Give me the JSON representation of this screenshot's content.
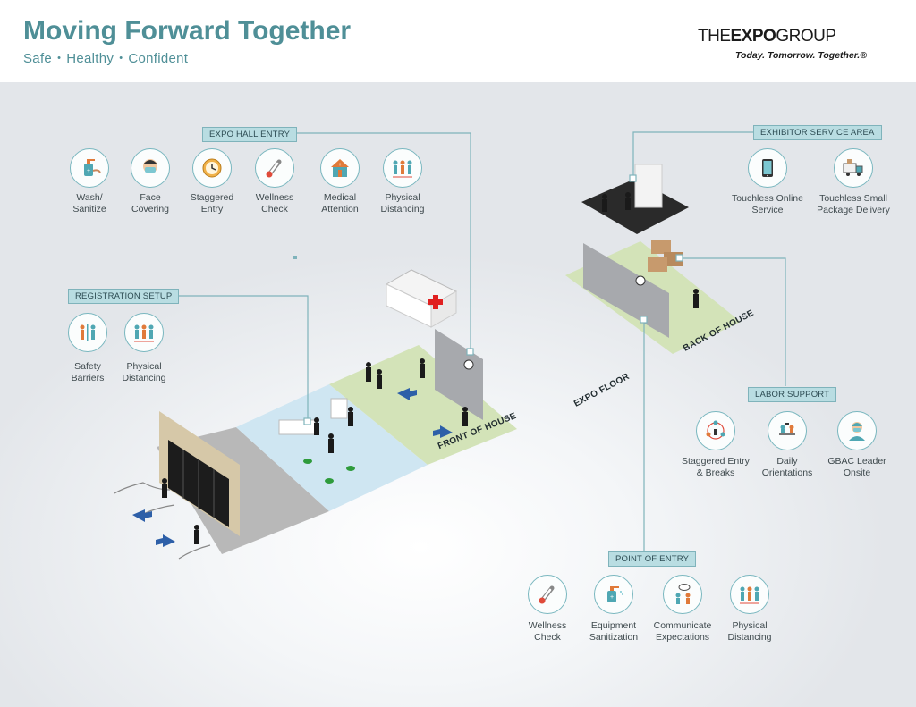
{
  "header": {
    "title": "Moving Forward Together",
    "tagline": [
      "Safe",
      "Healthy",
      "Confident"
    ],
    "logo_prefix": "THE",
    "logo_bold": "EXPO",
    "logo_suffix": "GROUP",
    "logo_subtitle": "Today. Tomorrow. Together.®"
  },
  "sections": {
    "expo_hall_entry": {
      "label": "EXPO HALL ENTRY",
      "items": [
        {
          "line1": "Wash/",
          "line2": "Sanitize",
          "icon": "hand-sanitizer-icon"
        },
        {
          "line1": "Face",
          "line2": "Covering",
          "icon": "face-mask-icon"
        },
        {
          "line1": "Staggered",
          "line2": "Entry",
          "icon": "clock-icon"
        },
        {
          "line1": "Wellness",
          "line2": "Check",
          "icon": "thermometer-icon"
        },
        {
          "line1": "Medical",
          "line2": "Attention",
          "icon": "medical-tent-icon"
        },
        {
          "line1": "Physical",
          "line2": "Distancing",
          "icon": "people-distancing-icon"
        }
      ]
    },
    "exhibitor_service_area": {
      "label": "EXHIBITOR SERVICE AREA",
      "items": [
        {
          "line1": "Touchless Online",
          "line2": "Service",
          "icon": "tablet-icon"
        },
        {
          "line1": "Touchless Small",
          "line2": "Package Delivery",
          "icon": "delivery-truck-icon"
        }
      ]
    },
    "registration_setup": {
      "label": "REGISTRATION SETUP",
      "items": [
        {
          "line1": "Safety",
          "line2": "Barriers",
          "icon": "safety-barrier-icon"
        },
        {
          "line1": "Physical",
          "line2": "Distancing",
          "icon": "people-distancing-icon"
        }
      ]
    },
    "labor_support": {
      "label": "LABOR SUPPORT",
      "items": [
        {
          "line1": "Staggered Entry",
          "line2": "& Breaks",
          "icon": "team-rotation-icon"
        },
        {
          "line1": "Daily",
          "line2": "Orientations",
          "icon": "meeting-icon"
        },
        {
          "line1": "GBAC Leader",
          "line2": "Onsite",
          "icon": "leader-mask-icon"
        }
      ]
    },
    "point_of_entry": {
      "label": "POINT OF ENTRY",
      "items": [
        {
          "line1": "Wellness",
          "line2": "Check",
          "icon": "thermometer-icon"
        },
        {
          "line1": "Equipment",
          "line2": "Sanitization",
          "icon": "spray-bottle-icon"
        },
        {
          "line1": "Communicate",
          "line2": "Expectations",
          "icon": "speech-bubble-icon"
        },
        {
          "line1": "Physical",
          "line2": "Distancing",
          "icon": "people-distancing-icon"
        }
      ]
    }
  },
  "floor_labels": {
    "front_of_house": "FRONT OF HOUSE",
    "back_of_house": "BACK OF HOUSE",
    "expo_floor": "EXPO FLOOR"
  },
  "colors": {
    "teal_title": "#4f8f97",
    "tag_fill": "#b9dde2",
    "icon_ring": "#79b7bf",
    "floor_green": "#d3e3b8",
    "floor_blue": "#cfe6f2",
    "floor_gray": "#b8b8b8",
    "arrow_blue": "#2d5fa8"
  }
}
